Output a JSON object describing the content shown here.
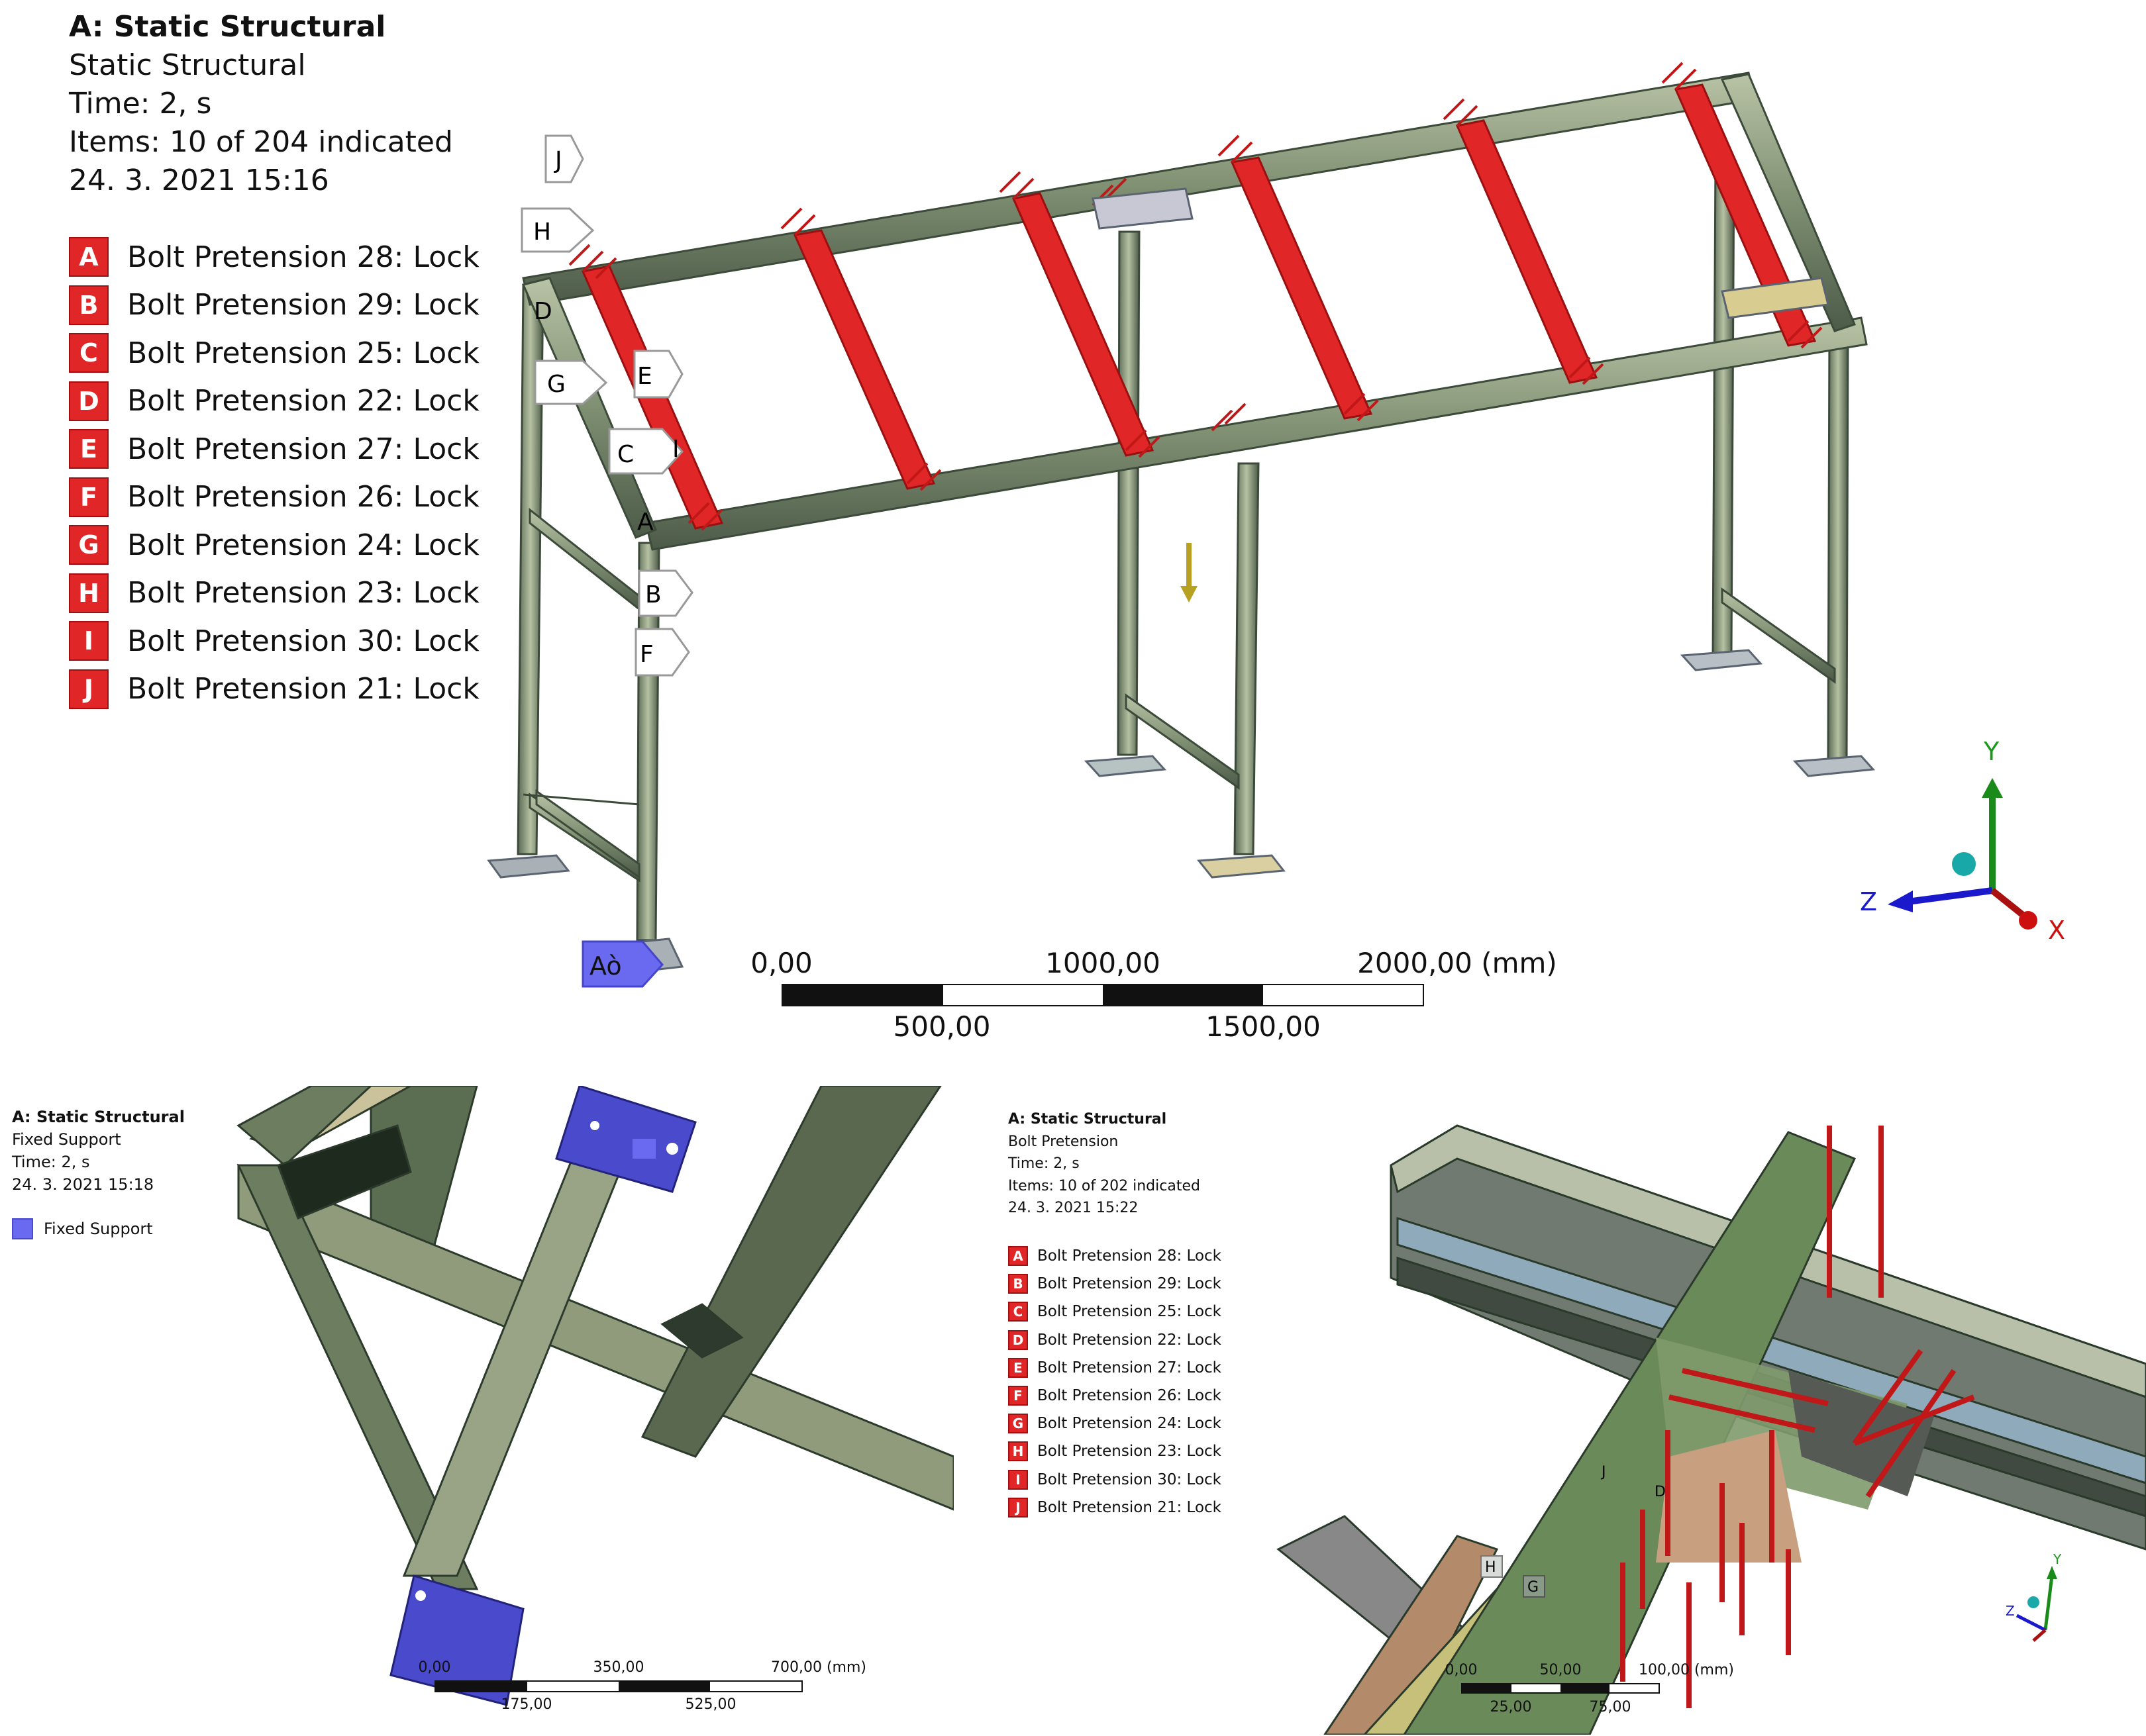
{
  "top_view": {
    "legend": {
      "analysis": "A: Static Structural",
      "type": "Static Structural",
      "time": "Time: 2, s",
      "items": "Items: 10 of 204 indicated",
      "date": "24. 3. 2021 15:16",
      "entries": [
        {
          "key": "A",
          "label": "Bolt Pretension 28: Lock"
        },
        {
          "key": "B",
          "label": "Bolt Pretension 29: Lock"
        },
        {
          "key": "C",
          "label": "Bolt Pretension 25: Lock"
        },
        {
          "key": "D",
          "label": "Bolt Pretension 22: Lock"
        },
        {
          "key": "E",
          "label": "Bolt Pretension 27: Lock"
        },
        {
          "key": "F",
          "label": "Bolt Pretension 26: Lock"
        },
        {
          "key": "G",
          "label": "Bolt Pretension 24: Lock"
        },
        {
          "key": "H",
          "label": "Bolt Pretension 23: Lock"
        },
        {
          "key": "I",
          "label": "Bolt Pretension 30: Lock"
        },
        {
          "key": "J",
          "label": "Bolt Pretension 21: Lock"
        }
      ]
    },
    "tags": [
      "J",
      "H",
      "D",
      "G",
      "E",
      "C",
      "I",
      "A",
      "B",
      "F"
    ],
    "fixed_tag": "Aò",
    "scale": {
      "top_labels": [
        "0,00",
        "1000,00",
        "2000,00 (mm)"
      ],
      "bottom_labels": [
        "500,00",
        "1500,00"
      ]
    },
    "triad": {
      "x": "X",
      "y": "Y",
      "z": "Z"
    }
  },
  "bottom_left_view": {
    "legend": {
      "analysis": "A: Static Structural",
      "type": "Fixed Support",
      "time": "Time: 2, s",
      "date": "24. 3. 2021 15:18",
      "entries": [
        {
          "label": "Fixed Support"
        }
      ]
    },
    "scale": {
      "top_labels": [
        "0,00",
        "350,00",
        "700,00 (mm)"
      ],
      "bottom_labels": [
        "175,00",
        "525,00"
      ]
    }
  },
  "bottom_right_view": {
    "legend": {
      "analysis": "A: Static Structural",
      "type": "Bolt Pretension",
      "time": "Time: 2, s",
      "items": "Items: 10 of 202 indicated",
      "date": "24. 3. 2021 15:22",
      "entries": [
        {
          "key": "A",
          "label": "Bolt Pretension 28: Lock"
        },
        {
          "key": "B",
          "label": "Bolt Pretension 29: Lock"
        },
        {
          "key": "C",
          "label": "Bolt Pretension 25: Lock"
        },
        {
          "key": "D",
          "label": "Bolt Pretension 22: Lock"
        },
        {
          "key": "E",
          "label": "Bolt Pretension 27: Lock"
        },
        {
          "key": "F",
          "label": "Bolt Pretension 26: Lock"
        },
        {
          "key": "G",
          "label": "Bolt Pretension 24: Lock"
        },
        {
          "key": "H",
          "label": "Bolt Pretension 23: Lock"
        },
        {
          "key": "I",
          "label": "Bolt Pretension 30: Lock"
        },
        {
          "key": "J",
          "label": "Bolt Pretension 21: Lock"
        }
      ]
    },
    "tags": [
      "J",
      "D",
      "H",
      "G"
    ],
    "scale": {
      "top_labels": [
        "0,00",
        "50,00",
        "100,00 (mm)"
      ],
      "bottom_labels": [
        "25,00",
        "75,00"
      ]
    },
    "triad": {
      "y": "Y",
      "z": "Z"
    }
  },
  "colors": {
    "bolt_red": "#e02626",
    "fixed_blue": "#5a5ae6",
    "frame_green": "#7a8f6a",
    "plate_green": "#6b8a5a"
  }
}
